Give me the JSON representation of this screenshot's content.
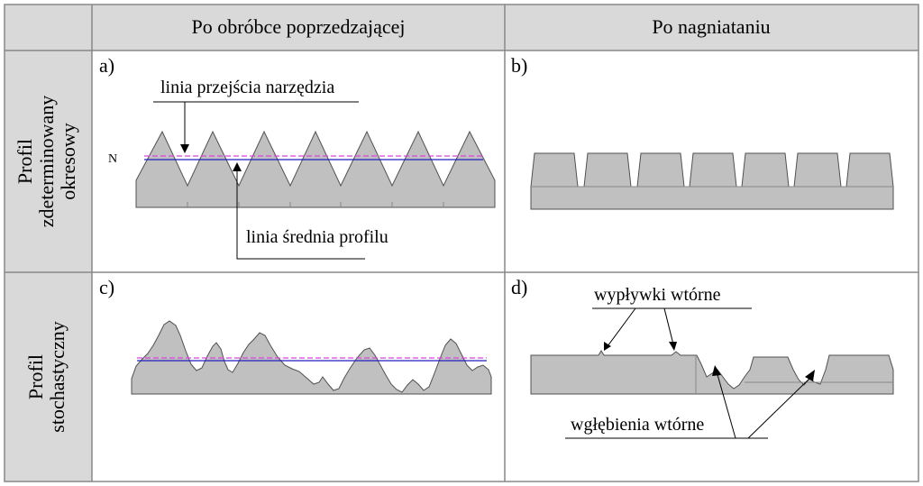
{
  "headers": {
    "col1": "Po obróbce poprzedzającej",
    "col2": "Po nagniataniu"
  },
  "rows": {
    "row1": [
      "Profil",
      "zdeterminowany",
      "okresowy"
    ],
    "row2": [
      "Profil",
      "stochastyczny"
    ]
  },
  "panels": {
    "a": "a)",
    "b": "b)",
    "c": "c)",
    "d": "d)"
  },
  "annotations": {
    "tool_line": "linia przejścia narzędzia",
    "mean_line": "linia średnia profilu",
    "n_marker": "N",
    "secondary_outflows": "wypływki wtórne",
    "secondary_pits": "wgłębienia wtórne"
  },
  "colors": {
    "header_bg": "#d9d9d9",
    "profile_fill": "#c0c0c0",
    "profile_stroke": "#505050",
    "mean_line": "#2020c0",
    "tool_line": "#e040e0"
  }
}
